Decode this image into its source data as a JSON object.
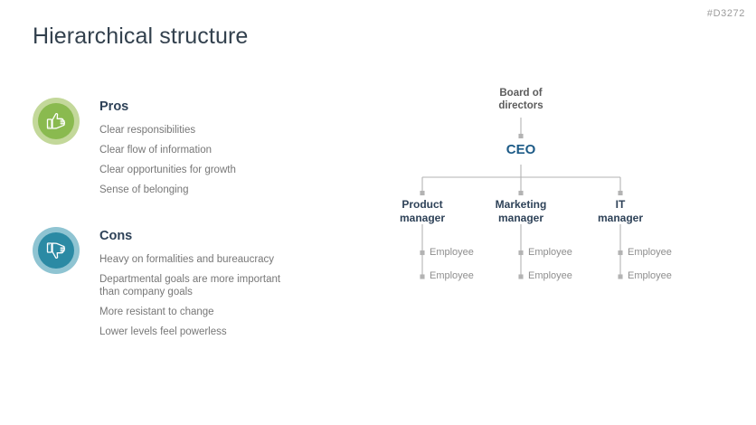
{
  "slide": {
    "code": "#D3272",
    "title": "Hierarchical structure"
  },
  "pros": {
    "icon": "thumbs-up-icon",
    "heading": "Pros",
    "ring_color": "#8aba4f",
    "halo_color": "#c3d89a",
    "bullets": [
      "Clear responsibilities",
      "Clear flow of information",
      "Clear opportunities for growth",
      "Sense of belonging"
    ]
  },
  "cons": {
    "icon": "thumbs-down-icon",
    "heading": "Cons",
    "ring_color": "#2b8aa4",
    "halo_color": "#8fc4d2",
    "bullets": [
      "Heavy on formalities and bureaucracy",
      "Departmental goals are more important than company goals",
      "More resistant to change",
      "Lower levels feel powerless"
    ]
  },
  "org_chart": {
    "board": "Board of\ndirectors",
    "board_line1": "Board of",
    "board_line2": "directors",
    "ceo": "CEO",
    "ceo_color": "#1d5b87",
    "connector_color": "#b3b3b3",
    "managers": [
      {
        "line1": "Product",
        "line2": "manager",
        "employees": [
          "Employee",
          "Employee"
        ]
      },
      {
        "line1": "Marketing",
        "line2": "manager",
        "employees": [
          "Employee",
          "Employee"
        ]
      },
      {
        "line1": "IT",
        "line2": "manager",
        "employees": [
          "Employee",
          "Employee"
        ]
      }
    ]
  }
}
